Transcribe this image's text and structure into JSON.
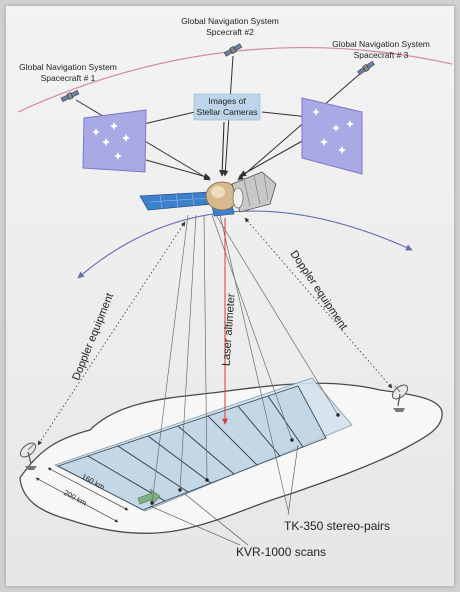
{
  "labels": {
    "spacecraft1_line1": "Global Navigation System",
    "spacecraft1_line2": "Spacecraft # 1",
    "spacecraft2_line1": "Global Navigation System",
    "spacecraft2_line2": "Spcecraft #2",
    "spacecraft3_line1": "Global Navigation System",
    "spacecraft3_line2": "Spacecraft # 3",
    "stellar_line1": "Images of",
    "stellar_line2": "Stellar Cameras",
    "doppler_left": "Doppler equipment",
    "doppler_right": "Doppler equipment",
    "laser": "Laser altimeter",
    "dim_160": "160 km",
    "dim_200": "200 km",
    "tk350": "TK-350 stereo-pairs",
    "kvr1000": "KVR-1000 scans"
  },
  "colors": {
    "star_panel": "#a9a9e6",
    "orbit_arc": "#c9708a",
    "laser_line": "#d83a3a",
    "strip": "#bcd2e2",
    "ground": "#f4f4f4"
  },
  "icons": [
    "satellite-icon",
    "star-icon",
    "dish-antenna-icon",
    "orbital-station-icon"
  ]
}
